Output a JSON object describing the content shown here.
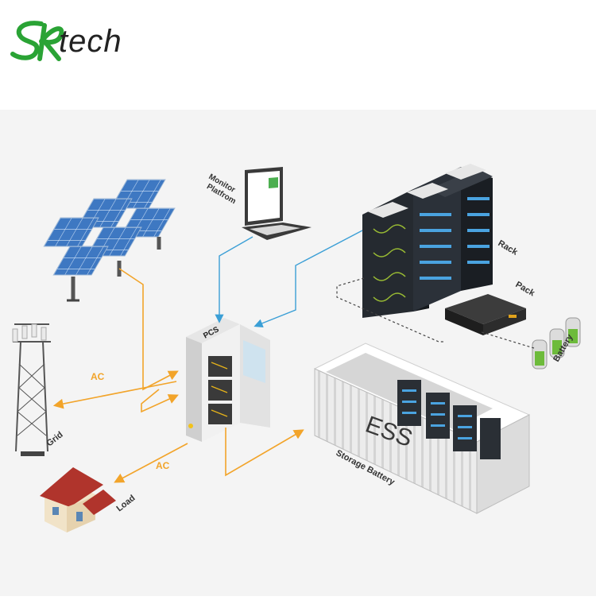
{
  "brand": {
    "logo_letters": "SR",
    "name": "tech"
  },
  "colors": {
    "brand_green": "#2aa335",
    "ac_flow": "#f2a42a",
    "data_flow": "#3b9fd6",
    "background": "#f4f4f4"
  },
  "diagram": {
    "labels": {
      "monitor": "Monitor\nPlatfrom",
      "rack": "Rack",
      "pack": "Pack",
      "battery": "Battery",
      "pcs": "PCS",
      "ess": "ESS",
      "storage": "Storage Battery",
      "grid": "Grid",
      "load": "Load",
      "ac_upper": "AC",
      "ac_lower": "AC"
    }
  }
}
